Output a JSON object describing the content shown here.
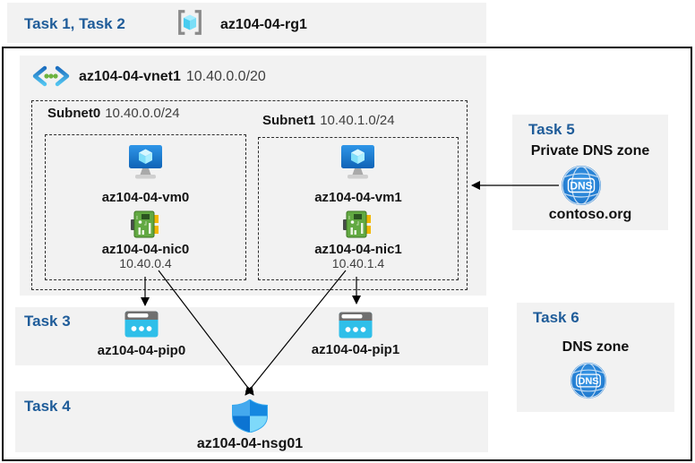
{
  "header": {
    "tasks": "Task 1, Task 2",
    "resource_group": "az104-04-rg1"
  },
  "vnet": {
    "name": "az104-04-vnet1",
    "cidr": "10.40.0.0/20"
  },
  "subnets": [
    {
      "name": "Subnet0",
      "cidr": "10.40.0.0/24",
      "vm": "az104-04-vm0",
      "nic": "az104-04-nic0",
      "nic_ip": "10.40.0.4"
    },
    {
      "name": "Subnet1",
      "cidr": "10.40.1.0/24",
      "vm": "az104-04-vm1",
      "nic": "az104-04-nic1",
      "nic_ip": "10.40.1.4"
    }
  ],
  "task3": {
    "label": "Task 3",
    "pip0": "az104-04-pip0",
    "pip1": "az104-04-pip1"
  },
  "task4": {
    "label": "Task 4",
    "nsg": "az104-04-nsg01"
  },
  "task5": {
    "label": "Task 5",
    "title": "Private DNS zone",
    "dns_badge": "DNS",
    "zone_name": "contoso.org"
  },
  "task6": {
    "label": "Task 6",
    "title": "DNS zone",
    "dns_badge": "DNS"
  },
  "colors": {
    "task_label_blue": "#1f5c99",
    "panel_gray": "#f2f2f2",
    "pip_cyan": "#2fbfe9",
    "nic_green": "#62a942",
    "dns_blue": "#2e86d8",
    "arrow": "#000000"
  }
}
